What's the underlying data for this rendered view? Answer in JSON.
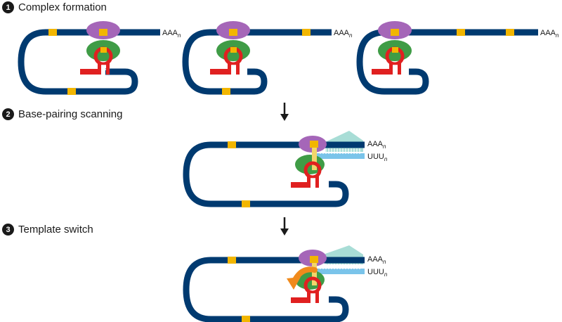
{
  "steps": [
    {
      "number": "1",
      "label": "Complex formation"
    },
    {
      "number": "2",
      "label": "Base-pairing scanning"
    },
    {
      "number": "3",
      "label": "Template switch"
    }
  ],
  "tails": {
    "poly_a": "AAA",
    "poly_u": "UUU",
    "subscript": "n"
  },
  "colors": {
    "rna_strand": "#003a70",
    "marker": "#f2b600",
    "purple_protein": "#a566b8",
    "green_protein": "#3f9c46",
    "hairpin": "#e02020",
    "cyan_strand": "#7ac4ea",
    "teal_protein": "#a8ddd6",
    "arrow_orange": "#f08a1c",
    "step_arrow": "#1a1a1a"
  },
  "icons": {
    "step_arrow": "down-arrow-icon",
    "switch_arrow": "curved-arrow-icon"
  }
}
